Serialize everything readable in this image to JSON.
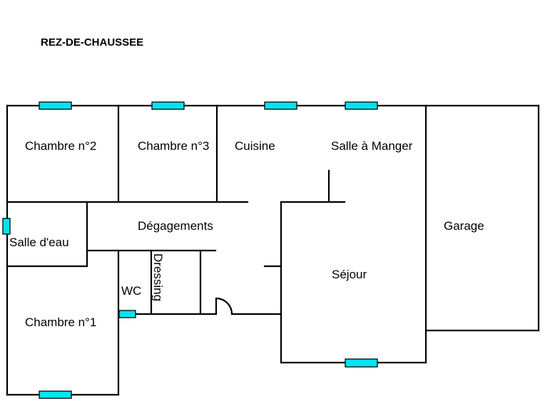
{
  "plan": {
    "title": "REZ-DE-CHAUSSEE",
    "rooms": {
      "chambre2": "Chambre n°2",
      "chambre3": "Chambre n°3",
      "cuisine": "Cuisine",
      "salle_a_manger": "Salle à Manger",
      "degagements": "Dégagements",
      "salle_deau": "Salle d'eau",
      "garage": "Garage",
      "sejour": "Séjour",
      "dressing": "Dressing",
      "wc": "WC",
      "chambre1": "Chambre n°1"
    },
    "colors": {
      "wall": "#000000",
      "window": "#00e5ee",
      "background": "#ffffff"
    }
  }
}
